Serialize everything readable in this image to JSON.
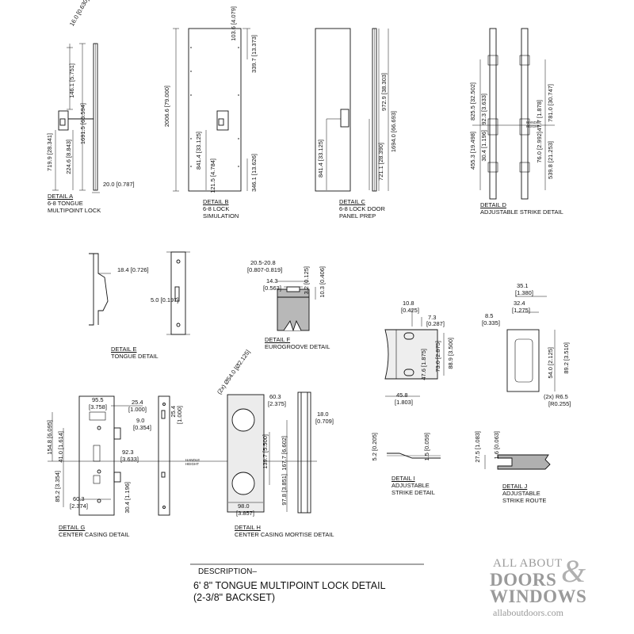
{
  "details": {
    "a": {
      "title": "DETAIL A",
      "lines": [
        "6-8 TONGUE",
        "MULTIPOINT LOCK"
      ]
    },
    "b": {
      "title": "DETAIL B",
      "lines": [
        "6-8 LOCK",
        "SIMULATION"
      ]
    },
    "c": {
      "title": "DETAIL C",
      "lines": [
        "6-8 LOCK DOOR",
        "PANEL PREP"
      ]
    },
    "d": {
      "title": "DETAIL D",
      "lines": [
        "ADJUSTABLE STRIKE DETAIL"
      ]
    },
    "e": {
      "title": "DETAIL E",
      "lines": [
        "TONGUE DETAIL"
      ]
    },
    "f": {
      "title": "DETAIL F",
      "lines": [
        "EUROGROOVE DETAIL"
      ]
    },
    "g": {
      "title": "DETAIL G",
      "lines": [
        "CENTER CASING DETAIL"
      ]
    },
    "h": {
      "title": "DETAIL H",
      "lines": [
        "CENTER CASING MORTISE DETAIL"
      ]
    },
    "i": {
      "title": "DETAIL I",
      "lines": [
        "ADJUSTABLE",
        "STRIKE DETAIL"
      ]
    },
    "j": {
      "title": "DETAIL J",
      "lines": [
        "ADJUSTABLE",
        "STRIKE ROUTE"
      ]
    }
  },
  "dimensions": {
    "a": [
      "16.0 [0.630]",
      "146.1 [5.751]",
      "1691.5 [66.594]",
      "719.9 [28.341]",
      "224.6 [8.843]",
      "20.0 [0.787]"
    ],
    "b": [
      "2006.6 [79.000]",
      "339.7 [13.373]",
      "103.6 [4.079]",
      "841.4 [33.125]",
      "121.5 [4.784]",
      "346.1 [13.626]"
    ],
    "c": [
      "972.9 [38.303]",
      "1694.0 [66.693]",
      "841.4 [33.125]",
      "721.1 [28.390]"
    ],
    "d": [
      "825.5 [32.502]",
      "92.3 [3.633]",
      "781.0 [30.747]",
      "47.7 [1.878]",
      "30.4 [1.196]",
      "455.3 [19.498]",
      "76.0 [2.992]",
      "539.8 [21.253]"
    ],
    "e": [
      "18.4 [0.726]",
      "5.0 [0.197]"
    ],
    "f": [
      "20.5-20.8",
      "[0.807-0.819]",
      "14.3",
      "[0.563]",
      "3.2 [0.125]",
      "10.3 [0.406]"
    ],
    "g": [
      "95.5",
      "[3.758]",
      "25.4",
      "[1.000]",
      "9.0",
      "[0.354]",
      "25.4",
      "[1.000]",
      "154.8 [6.095]",
      "41.0 [1.614]",
      "92.3",
      "[3.633]",
      "85.2 [3.354]",
      "30.4 [1.196]",
      "60.3",
      "[2.374]"
    ],
    "h": [
      "(2x) Ø54.0 [Ø2.125]",
      "60.3",
      "[2.375]",
      "18.0",
      "[0.709]",
      "139.7 [5.500]",
      "167.7 [6.602]",
      "97.8 [3.851]",
      "98.0",
      "[3.857]"
    ],
    "strike": [
      "10.8",
      "[0.425]",
      "7.3",
      "[0.287]",
      "47.6 [1.875]",
      "73.0 [2.875]",
      "88.9 [3.500]",
      "45.8",
      "[1.803]"
    ],
    "route": [
      "35.1",
      "[1.380]",
      "32.4",
      "[1.275]",
      "8.5",
      "[0.335]",
      "54.0 [2.125]",
      "89.2 [3.510]",
      "(2x) R6.5",
      "[R0.255]"
    ],
    "i": [
      "5.2 [0.205]",
      "1.5 [0.059]"
    ],
    "j": [
      "27.5 [1.083]",
      "1.6 [0.063]"
    ]
  },
  "handle_height": {
    "line1": "HANDLE",
    "line2": "HEIGHT"
  },
  "description": {
    "heading": "DESCRIPTION–",
    "line1": "6' 8\" TONGUE MULTIPOINT LOCK DETAIL",
    "line2": "(2-3/8\" BACKSET)"
  },
  "watermark": {
    "top": "ALL ABOUT",
    "amp": "&",
    "mid": "DOORS",
    "bot": "WINDOWS",
    "url": "allaboutdoors.com"
  }
}
